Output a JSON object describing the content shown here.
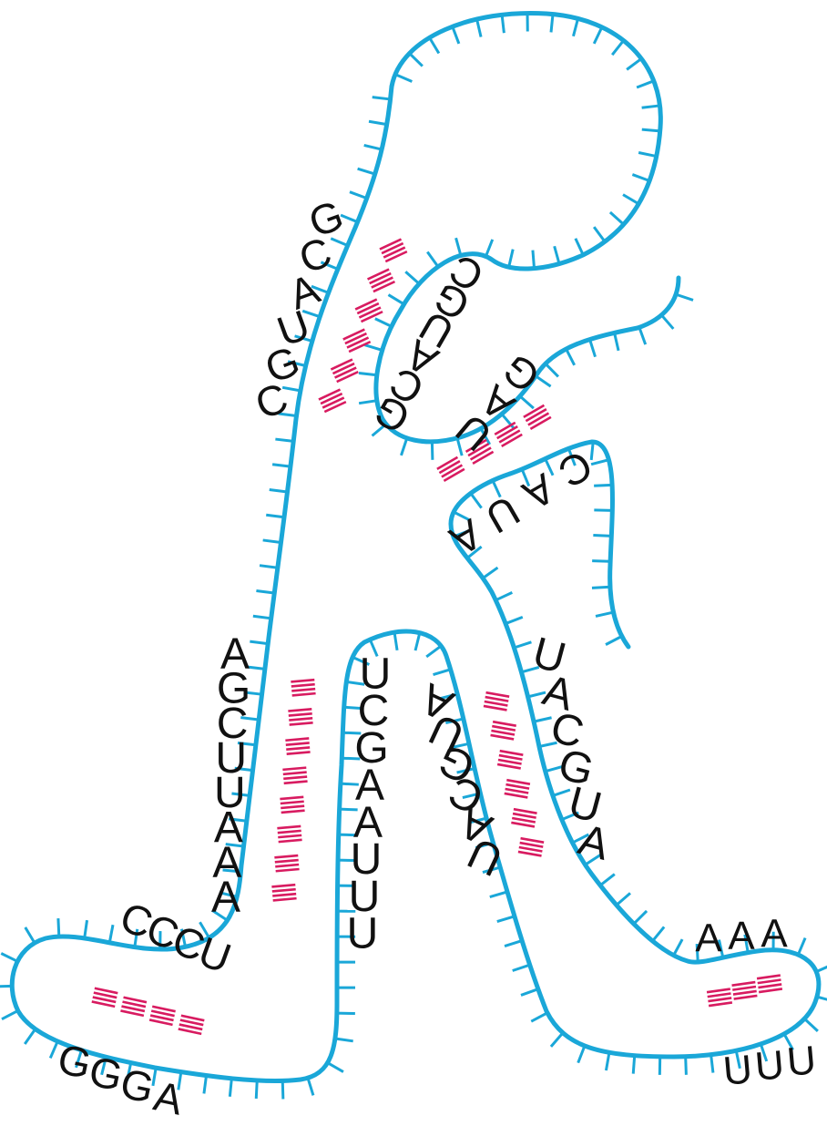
{
  "colors": {
    "backbone": "#1aa7d8",
    "pair": "#d81b60",
    "text": "#111111",
    "background": "#ffffff"
  },
  "stems": [
    {
      "name": "stem-upper-left",
      "left_strand": [
        "G",
        "C",
        "A",
        "U",
        "G",
        "C"
      ],
      "right_strand": [
        "C",
        "G",
        "U",
        "A",
        "C",
        "G"
      ]
    },
    {
      "name": "stem-upper-right",
      "left_strand": [
        "G",
        "A",
        "U"
      ],
      "right_strand": [
        "C",
        "A",
        "U",
        "A"
      ]
    },
    {
      "name": "stem-left",
      "left_strand": [
        "A",
        "G",
        "C",
        "U",
        "U",
        "A",
        "A",
        "A"
      ],
      "right_strand": [
        "U",
        "C",
        "G",
        "A",
        "A",
        "U",
        "U",
        "U"
      ]
    },
    {
      "name": "stem-middle",
      "left_strand": [
        "A",
        "U",
        "G",
        "C",
        "A",
        "U"
      ],
      "right_strand": [
        "U",
        "A",
        "C",
        "G",
        "U",
        "A"
      ]
    },
    {
      "name": "stem-foot-left",
      "top_strand": [
        "C",
        "C",
        "C",
        "U"
      ],
      "bottom_strand": [
        "G",
        "G",
        "G",
        "A"
      ]
    },
    {
      "name": "stem-foot-right",
      "top_strand": [
        "A",
        "A",
        "A"
      ],
      "bottom_strand": [
        "U",
        "U",
        "U"
      ]
    }
  ]
}
